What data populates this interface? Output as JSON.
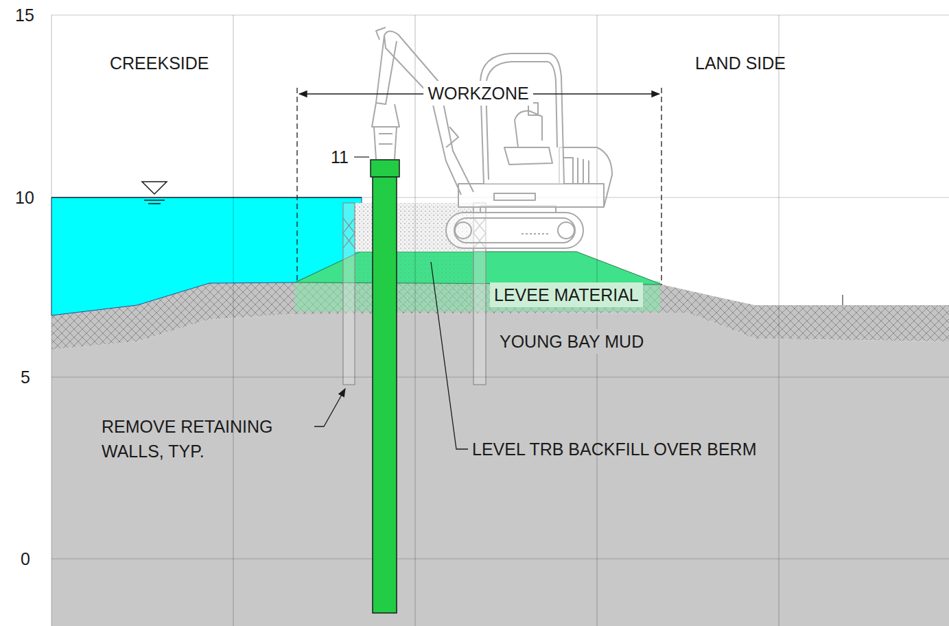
{
  "diagram": {
    "labels": [
      "15",
      "10",
      "5",
      "0",
      "CREEKSIDE",
      "LAND SIDE",
      "WORKZONE",
      "11",
      "LEVEE MATERIAL",
      "YOUNG BAY MUD",
      "REMOVE RETAINING WALLS, TYP.",
      "LEVEL TRB BACKFILL OVER BERM"
    ]
  }
}
